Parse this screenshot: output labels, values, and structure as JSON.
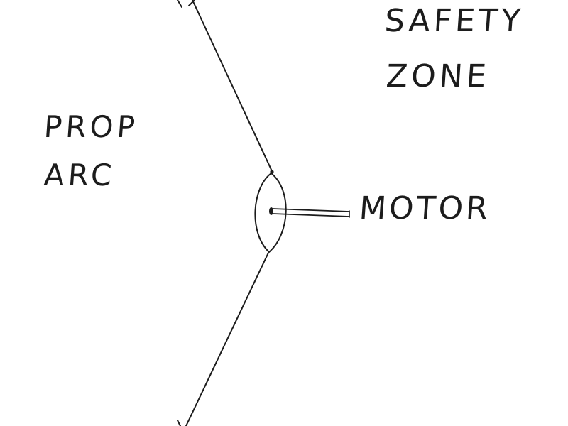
{
  "labels": {
    "safety_zone_line1": "SAFETY",
    "safety_zone_line2": "ZONE",
    "prop_arc_line1": "PROP",
    "prop_arc_line2": "ARC",
    "motor": "MOTOR"
  },
  "colors": {
    "ink": "#1c1c1c",
    "paper": "#ffffff"
  }
}
